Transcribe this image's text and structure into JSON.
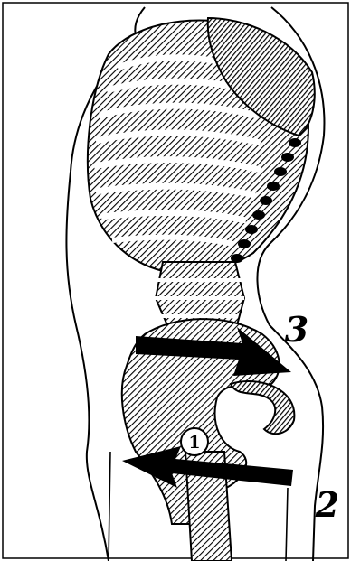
{
  "labels": {
    "marker_1": "1",
    "marker_2": "2",
    "marker_3": "3"
  },
  "colors": {
    "ink": "#000000",
    "paper": "#ffffff"
  },
  "icons": {
    "arrow_upper": "arrow-right-icon",
    "arrow_lower": "arrow-left-icon"
  }
}
